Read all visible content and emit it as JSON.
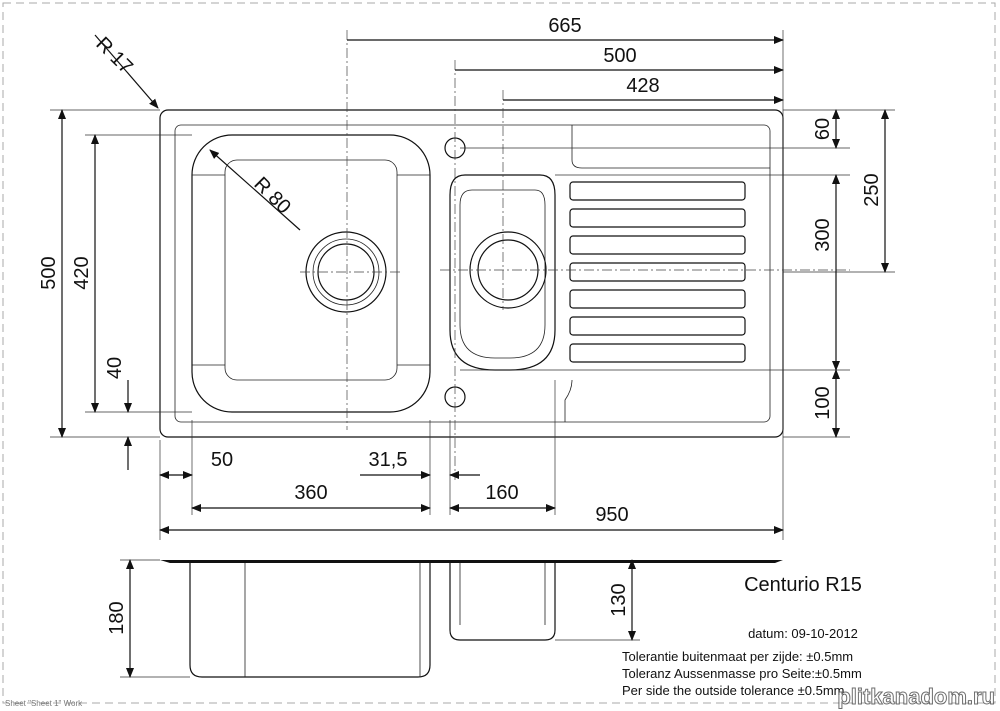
{
  "drawing": {
    "model": "Centurio R15",
    "date": "datum: 09-10-2012",
    "tolerances": [
      "Tolerantie buitenmaat per zijde: ±0.5mm",
      "Toleranz Aussenmasse pro Seite:±0.5mm",
      "Per side the outside tolerance ±0.5mm"
    ],
    "sheet_label": "Sheet \"Sheet 1\" Work",
    "watermark": "plitkanadom.ru"
  },
  "dimensions": {
    "d665": "665",
    "d500_top": "500",
    "d428": "428",
    "r17": "R 17",
    "r80": "R 80",
    "d500_left": "500",
    "d420": "420",
    "d40": "40",
    "d60": "60",
    "d250": "250",
    "d300": "300",
    "d100": "100",
    "d50": "50",
    "d31_5": "31,5",
    "d360": "360",
    "d160": "160",
    "d950": "950",
    "d180": "180",
    "d130": "130"
  }
}
